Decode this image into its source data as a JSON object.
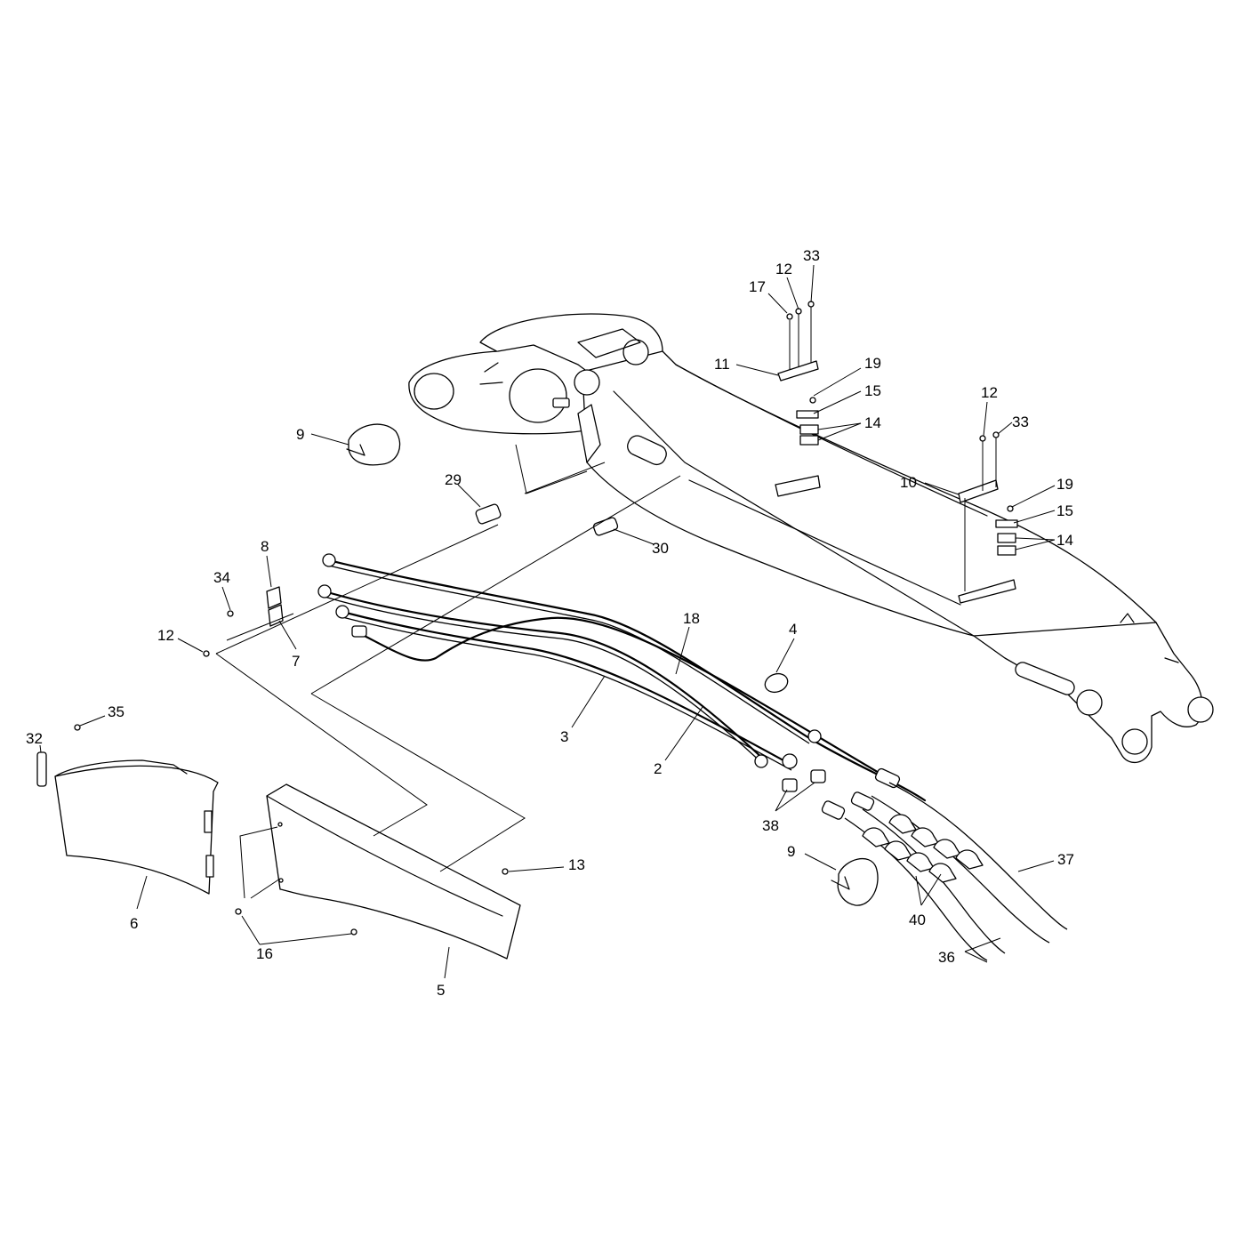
{
  "callouts": [
    {
      "id": "c33a",
      "label": "33"
    },
    {
      "id": "c12a",
      "label": "12"
    },
    {
      "id": "c17",
      "label": "17"
    },
    {
      "id": "c11",
      "label": "11"
    },
    {
      "id": "c19a",
      "label": "19"
    },
    {
      "id": "c15a",
      "label": "15"
    },
    {
      "id": "c14a",
      "label": "14"
    },
    {
      "id": "c12b",
      "label": "12"
    },
    {
      "id": "c33b",
      "label": "33"
    },
    {
      "id": "c10",
      "label": "10"
    },
    {
      "id": "c19b",
      "label": "19"
    },
    {
      "id": "c15b",
      "label": "15"
    },
    {
      "id": "c14b",
      "label": "14"
    },
    {
      "id": "c9a",
      "label": "9"
    },
    {
      "id": "c29",
      "label": "29"
    },
    {
      "id": "c30",
      "label": "30"
    },
    {
      "id": "c8",
      "label": "8"
    },
    {
      "id": "c34",
      "label": "34"
    },
    {
      "id": "c12c",
      "label": "12"
    },
    {
      "id": "c7",
      "label": "7"
    },
    {
      "id": "c18",
      "label": "18"
    },
    {
      "id": "c4",
      "label": "4"
    },
    {
      "id": "c3",
      "label": "3"
    },
    {
      "id": "c2",
      "label": "2"
    },
    {
      "id": "c35",
      "label": "35"
    },
    {
      "id": "c32",
      "label": "32"
    },
    {
      "id": "c6",
      "label": "6"
    },
    {
      "id": "c13",
      "label": "13"
    },
    {
      "id": "c16",
      "label": "16"
    },
    {
      "id": "c5",
      "label": "5"
    },
    {
      "id": "c38",
      "label": "38"
    },
    {
      "id": "c9b",
      "label": "9"
    },
    {
      "id": "c37",
      "label": "37"
    },
    {
      "id": "c40",
      "label": "40"
    },
    {
      "id": "c36",
      "label": "36"
    }
  ]
}
